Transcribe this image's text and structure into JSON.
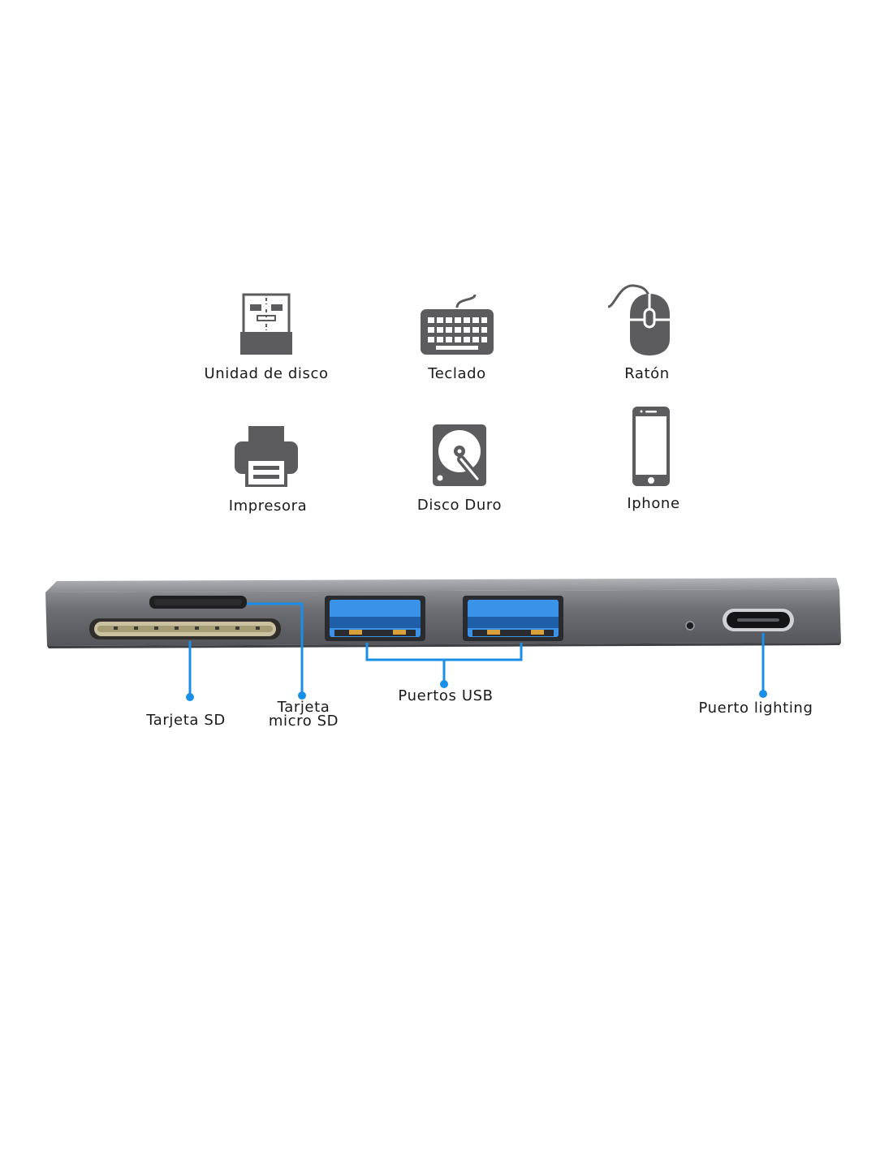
{
  "colors": {
    "icon": "#5c5c5e",
    "hub_body": "#707278",
    "usb_blue": "#3a93e6",
    "callout": "#1a8fe8",
    "text": "#1a1a1a"
  },
  "devices": [
    {
      "label": "Unidad de disco",
      "icon": "usb-drive-icon"
    },
    {
      "label": "Teclado",
      "icon": "keyboard-icon"
    },
    {
      "label": "Ratón",
      "icon": "mouse-icon"
    },
    {
      "label": "Impresora",
      "icon": "printer-icon"
    },
    {
      "label": "Disco Duro",
      "icon": "hard-disk-icon"
    },
    {
      "label": "Iphone",
      "icon": "iphone-icon"
    }
  ],
  "ports": {
    "sd": "Tarjeta SD",
    "micro_sd_line1": "Tarjeta",
    "micro_sd_line2": "micro SD",
    "usb": "Puertos USB",
    "lighting": "Puerto lighting"
  }
}
